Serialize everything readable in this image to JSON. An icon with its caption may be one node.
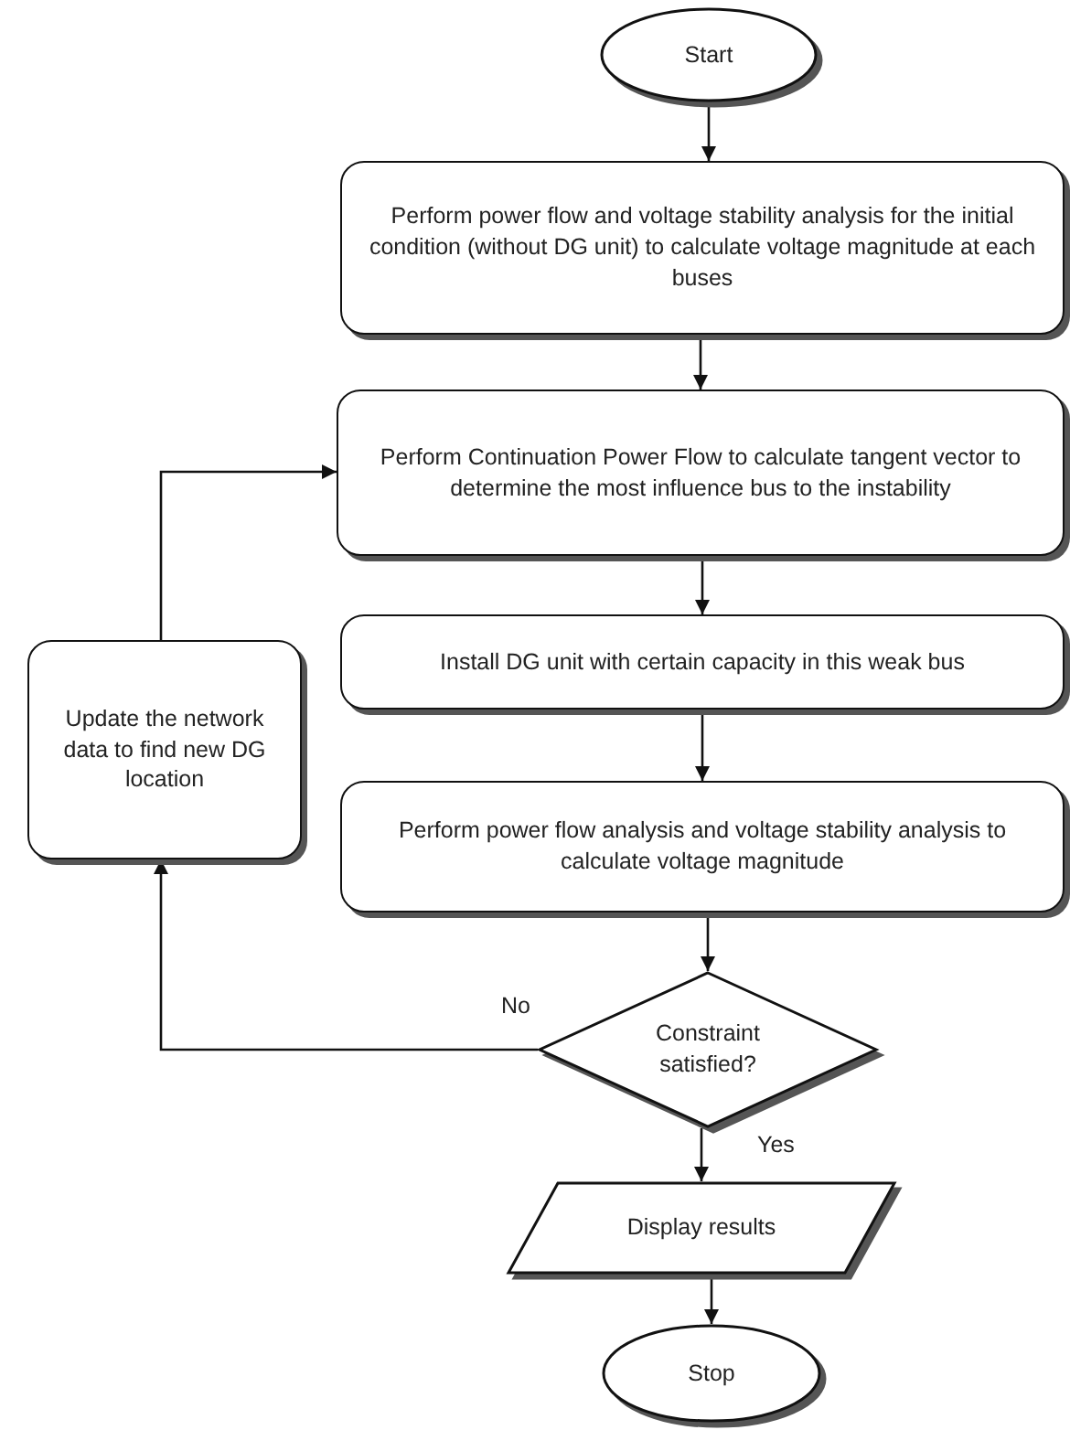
{
  "diagram": {
    "nodes": [
      {
        "text": [
          "Start"
        ]
      },
      {
        "text": [
          "Perform power flow and voltage stability analysis for the initial condition (without DG unit) to calculate voltage magnitude at each buses"
        ]
      },
      {
        "text": [
          "Perform Continuation Power Flow to calculate tangent vector to determine the most influence bus to the instability"
        ]
      },
      {
        "text": [
          "Install DG unit with certain capacity in this weak bus"
        ]
      },
      {
        "text": [
          "Update the network data to find new DG location"
        ]
      },
      {
        "text": [
          "Perform power flow analysis and voltage stability analysis to calculate voltage magnitude"
        ]
      },
      {
        "text": [
          "Constraint satisfied?"
        ]
      },
      {
        "text": [
          "Display results"
        ]
      },
      {
        "text": [
          "Stop"
        ]
      }
    ],
    "edges": [
      {
        "from": 0,
        "to": 1,
        "arrow": "to"
      },
      {
        "from": 1,
        "to": 2,
        "arrow": "to"
      },
      {
        "from": 2,
        "to": 3,
        "arrow": "to"
      },
      {
        "from": 3,
        "to": 5,
        "arrow": "to"
      },
      {
        "from": 5,
        "to": 6,
        "arrow": "to"
      },
      {
        "from": 6,
        "to": 7,
        "arrow": "to",
        "label": "Yes"
      },
      {
        "from": 7,
        "to": 8,
        "arrow": "to"
      },
      {
        "from": 6,
        "to": 4,
        "arrow": "to",
        "label": "No"
      },
      {
        "from": 4,
        "to": 2,
        "arrow": "to"
      }
    ]
  }
}
